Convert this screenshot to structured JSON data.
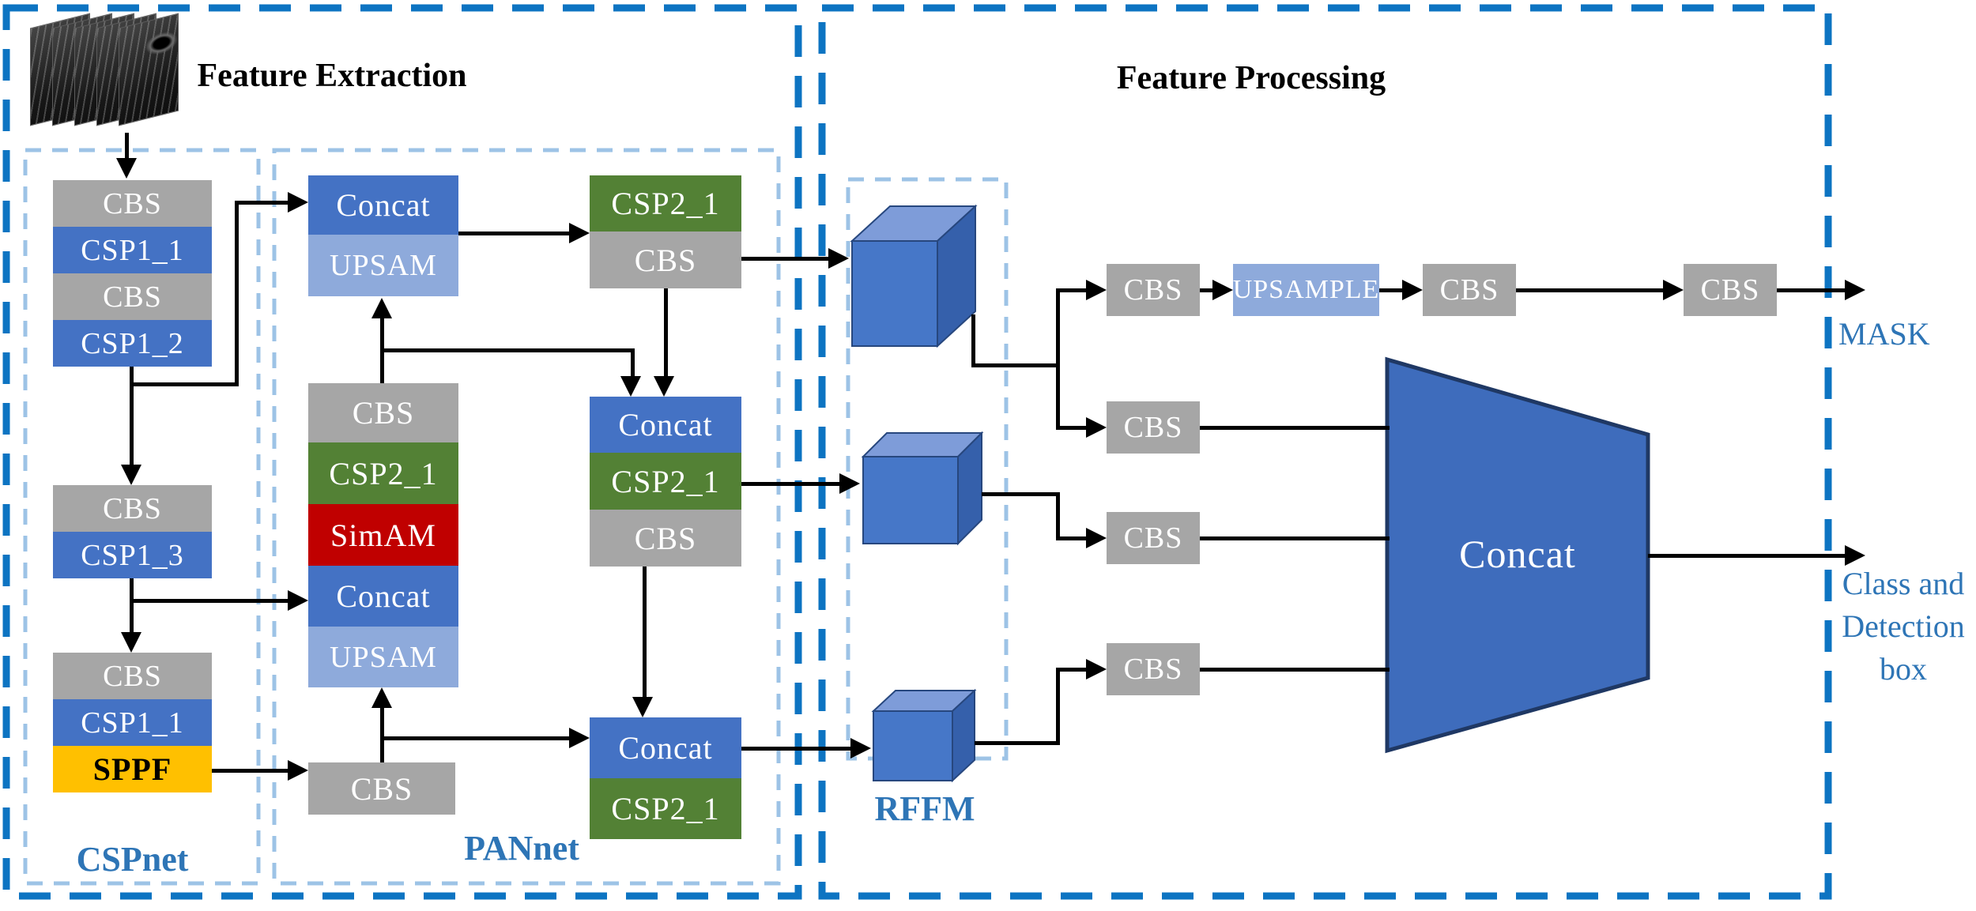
{
  "titles": {
    "feature_extraction": "Feature Extraction",
    "feature_processing": "Feature Processing"
  },
  "cspnet": {
    "label": "CSPnet",
    "blocks": [
      "CBS",
      "CSP1_1",
      "CBS",
      "CSP1_2",
      "CBS",
      "CSP1_3",
      "CBS",
      "CSP1_1",
      "SPPF"
    ]
  },
  "pannet": {
    "label": "PANnet",
    "top_group": [
      "Concat",
      "UPSAM"
    ],
    "mid_stack": [
      "CBS",
      "CSP2_1",
      "SimAM",
      "Concat",
      "UPSAM"
    ],
    "bottom_cbs": "CBS",
    "right_top": [
      "CSP2_1",
      "CBS"
    ],
    "right_middle": [
      "Concat",
      "CSP2_1",
      "CBS"
    ],
    "right_bottom": [
      "Concat",
      "CSP2_1"
    ]
  },
  "rffm": {
    "label": "RFFM"
  },
  "processing": {
    "mask_row": [
      "CBS",
      "UPSAMPLE",
      "CBS",
      "CBS"
    ],
    "fuse_cbs": [
      "CBS",
      "CBS",
      "CBS"
    ],
    "concat_label": "Concat"
  },
  "outputs": {
    "mask": "MASK",
    "class_detection_lines": [
      "Class and",
      "Detection",
      "box"
    ]
  },
  "colors": {
    "block_gray": "#A6A6A6",
    "block_blue": "#4472C4",
    "block_light_blue": "#8EAADB",
    "block_green": "#538135",
    "block_red": "#C00000",
    "block_yellow": "#FFC000",
    "outer_dash": "#0D74C2",
    "inner_dash": "#9DC3E6",
    "label_text": "#2E75B6",
    "cube_front": "#4677C8",
    "cube_top": "#7E9CD9",
    "cube_side": "#3560AB",
    "trapezoid_fill": "#3E6CBC",
    "trapezoid_border": "#1F3864",
    "line": "#000000"
  }
}
